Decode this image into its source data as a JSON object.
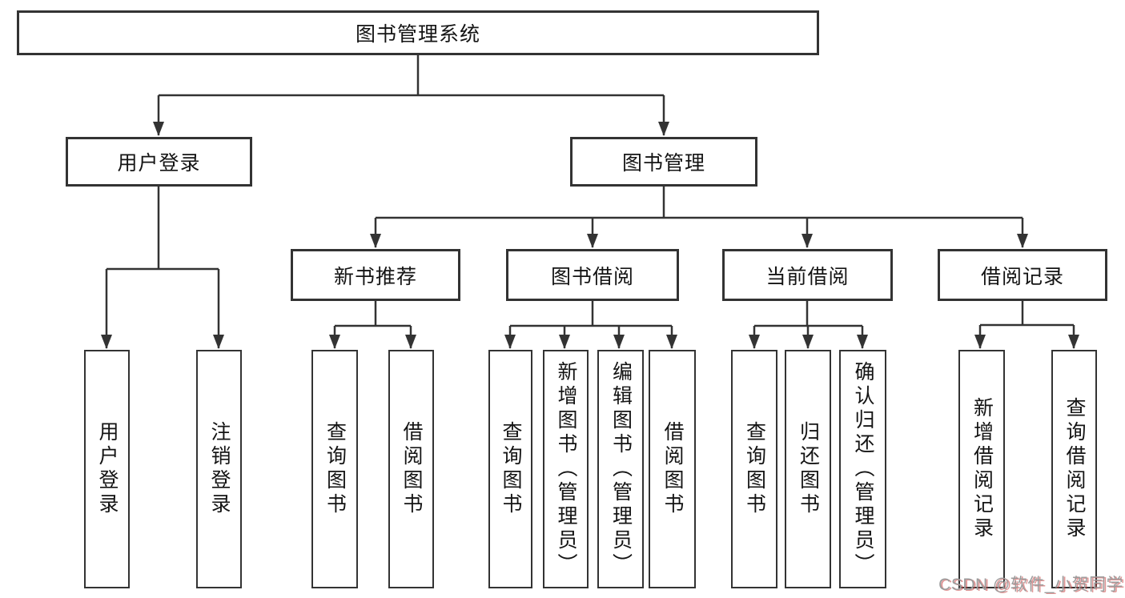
{
  "diagram": {
    "title": "图书管理系统",
    "nodes": {
      "user_login": {
        "label": "用户登录",
        "children": [
          "用户登录",
          "注销登录"
        ]
      },
      "book_management": {
        "label": "图书管理",
        "children": {
          "new_book_recommend": {
            "label": "新书推荐",
            "children": [
              "查询图书",
              "借阅图书"
            ]
          },
          "book_borrow": {
            "label": "图书借阅",
            "children": [
              "查询图书",
              "新增图书（管理员）",
              "编辑图书（管理员）",
              "借阅图书"
            ]
          },
          "current_borrow": {
            "label": "当前借阅",
            "children": [
              "查询图书",
              "归还图书",
              "确认归还（管理员）"
            ]
          },
          "borrow_records": {
            "label": "借阅记录",
            "children": [
              "新增借阅记录",
              "查询借阅记录"
            ]
          }
        }
      }
    },
    "colors": {
      "line": "#333333",
      "box_background": "#ffffff",
      "text": "#141414"
    }
  },
  "watermark": {
    "text": "CSDN @软件_小贺同学",
    "text_color": "#9c9c9c",
    "shadow_color": "#c94040"
  }
}
